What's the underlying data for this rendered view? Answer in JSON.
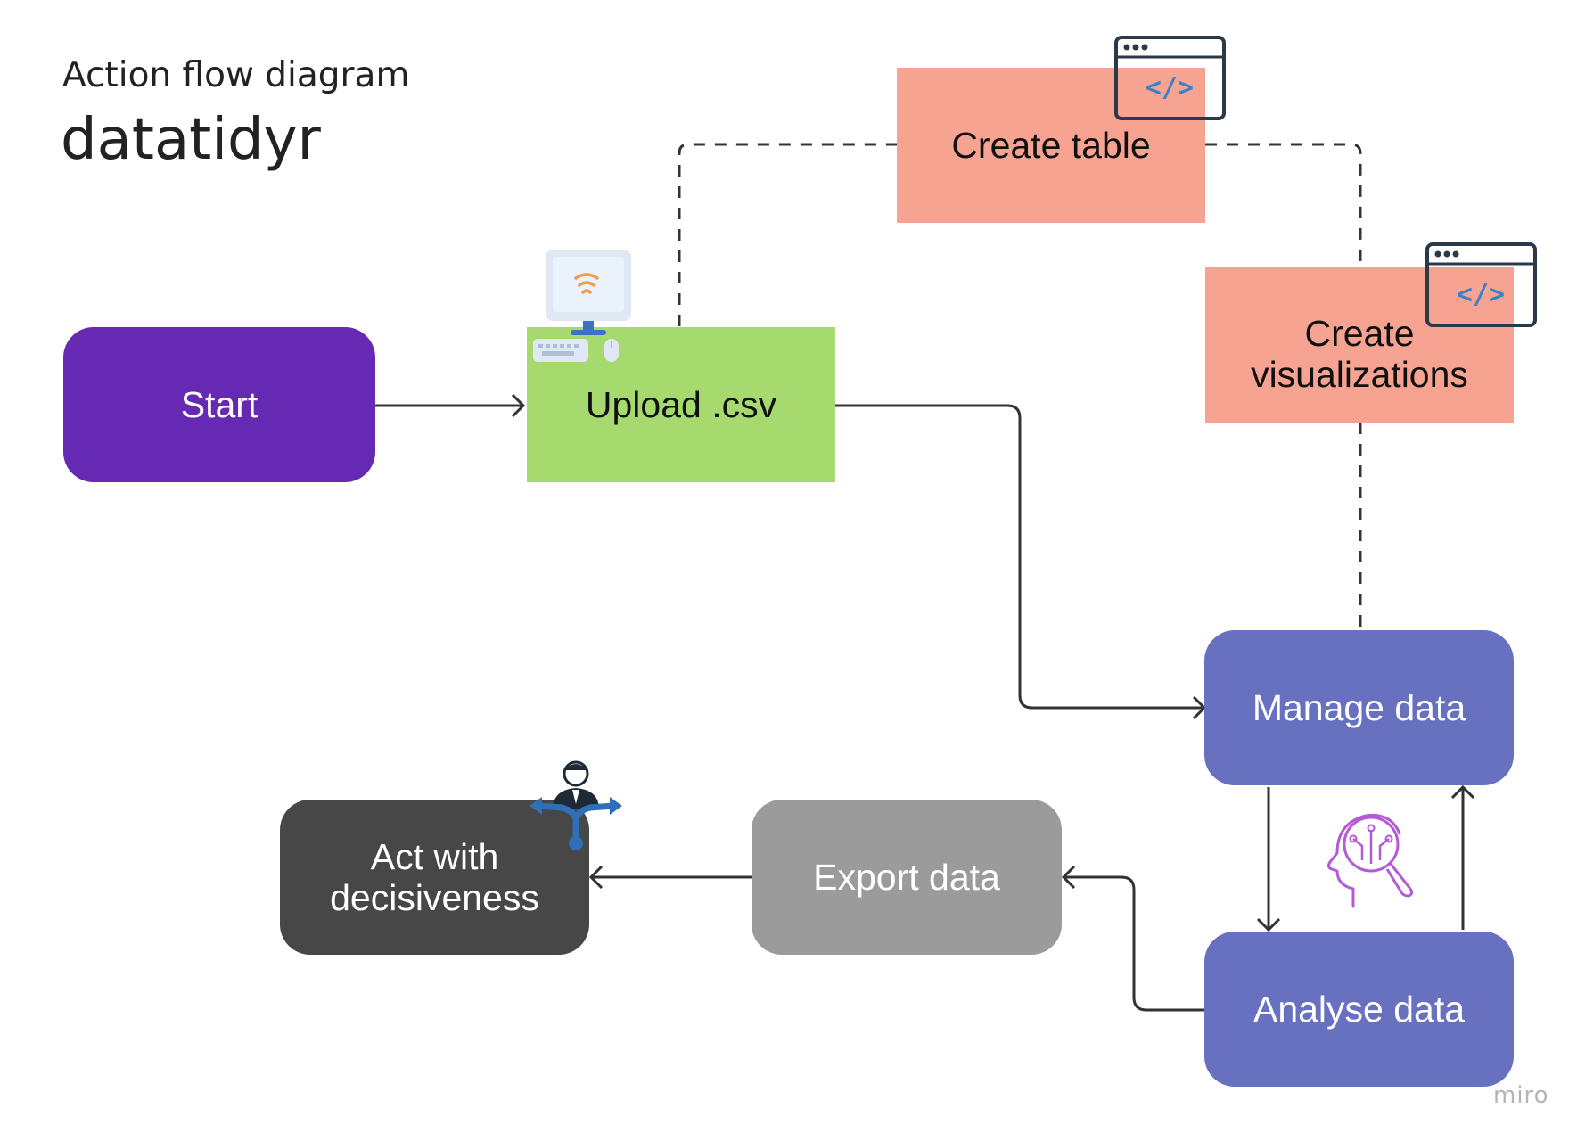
{
  "header": {
    "subtitle": "Action flow diagram",
    "title": "datatidyr"
  },
  "nodes": {
    "start": {
      "label": "Start",
      "color": "#6529b3",
      "text_color": "#ffffff"
    },
    "upload": {
      "label": "Upload .csv",
      "color": "#a6da6f",
      "text_color": "#111111"
    },
    "create_table": {
      "label": "Create table",
      "color": "#f7a392",
      "text_color": "#111111"
    },
    "create_vis": {
      "label_line1": "Create",
      "label_line2": "visualizations",
      "color": "#f7a392",
      "text_color": "#111111"
    },
    "manage": {
      "label": "Manage data",
      "color": "#6870c0",
      "text_color": "#ffffff"
    },
    "analyse": {
      "label": "Analyse data",
      "color": "#6870c0",
      "text_color": "#ffffff"
    },
    "export": {
      "label": "Export data",
      "color": "#9b9b9b",
      "text_color": "#ffffff"
    },
    "act": {
      "label_line1": "Act with",
      "label_line2": "decisiveness",
      "color": "#474747",
      "text_color": "#ffffff"
    }
  },
  "icons": {
    "computer": "computer-icon",
    "code_window_1": "code-window-icon",
    "code_window_2": "code-window-icon",
    "ai_head": "ai-head-icon",
    "decision_person": "decision-person-icon",
    "code_glyph": "</>"
  },
  "watermark": "miro"
}
